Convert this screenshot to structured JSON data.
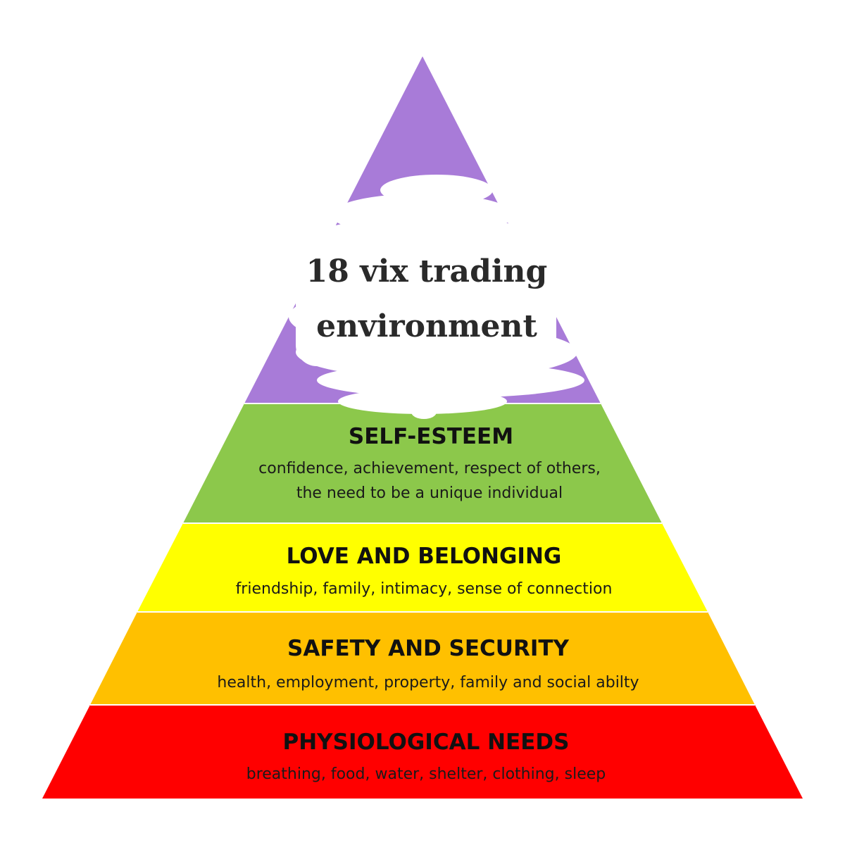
{
  "pyramid": {
    "tiers": [
      {
        "id": "self-actualization",
        "color": "#A87BD8",
        "title": "",
        "lines": []
      },
      {
        "id": "self-esteem",
        "color": "#8CC84B",
        "title": "SELF-ESTEEM",
        "lines": [
          "confidence, achievement, respect of others,",
          "the need to be a unique individual"
        ]
      },
      {
        "id": "love-and-belonging",
        "color": "#FFFF00",
        "title": "LOVE AND BELONGING",
        "lines": [
          "friendship, family, intimacy, sense of connection"
        ]
      },
      {
        "id": "safety-and-security",
        "color": "#FFC000",
        "title": "SAFETY AND SECURITY",
        "lines": [
          "health, employment, property, family and social abilty"
        ]
      },
      {
        "id": "physiological-needs",
        "color": "#FF0000",
        "title": "PHYSIOLOGICAL NEEDS",
        "lines": [
          "breathing, food, water, shelter, clothing, sleep"
        ]
      }
    ]
  },
  "overlay": {
    "line1": "18 vix trading",
    "line2": "environment",
    "color": "#FFFFFF"
  }
}
